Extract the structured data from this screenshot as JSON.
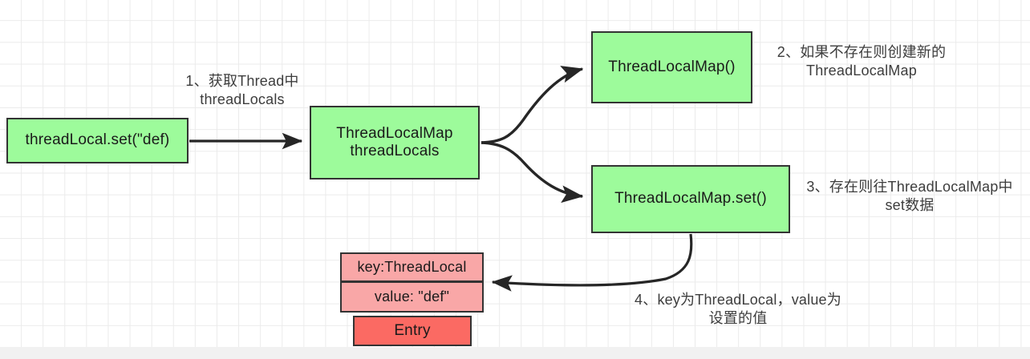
{
  "diagram": {
    "title": "ThreadLocal.set flow",
    "colors": {
      "node_green": "#9dfb9b",
      "node_pink": "#f9a7a7",
      "node_red": "#fb6a63",
      "stroke": "#333333",
      "grid": "#ebebeb",
      "background": "#ffffff",
      "bottom_strip": "#f1f1f1"
    },
    "nodes": {
      "threadlocal_set": "threadLocal.set(\"def)",
      "threadlocalmap_threadlocals": "ThreadLocalMap\nthreadLocals",
      "threadlocalmap_ctor": "ThreadLocalMap()",
      "threadlocalmap_set": "ThreadLocalMap.set()",
      "entry_key": "key:ThreadLocal",
      "entry_value": "value: \"def\"",
      "entry_title": "Entry"
    },
    "labels": {
      "step_1": "1、获取Thread中\nthreadLocals",
      "step_2": "2、如果不存在则创建新的\nThreadLocalMap",
      "step_3": "3、存在则往ThreadLocalMap中\nset数据",
      "step_4": "4、key为ThreadLocal，value为\n设置的值"
    }
  }
}
